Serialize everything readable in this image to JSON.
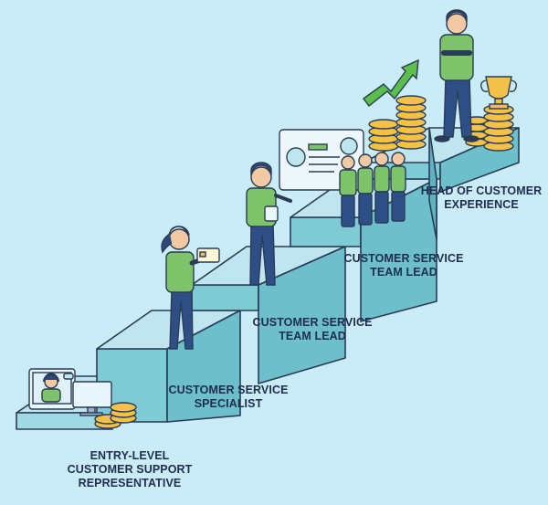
{
  "steps": [
    {
      "lines": [
        "ENTRY-LEVEL",
        "CUSTOMER SUPPORT",
        "REPRESENTATIVE"
      ]
    },
    {
      "lines": [
        "CUSTOMER SERVICE",
        "SPECIALIST"
      ]
    },
    {
      "lines": [
        "CUSTOMER SERVICE",
        "TEAM LEAD"
      ]
    },
    {
      "lines": [
        "CUSTOMER SERVICE",
        "TEAM LEAD"
      ]
    },
    {
      "lines": [
        "HEAD OF CUSTOMER",
        "EXPERIENCE"
      ]
    }
  ],
  "colors": {
    "background": "#c9ecf6",
    "step_top": "#bfe6ee",
    "step_riser": "#7ecbd6",
    "step_shadow": "#5fb3c1",
    "outline": "#2a3b55",
    "shirt": "#7cc36a",
    "pants": "#2e4f86",
    "skin": "#f3c9a3",
    "hair": "#2b4a7a",
    "coin": "#f2c14a",
    "coin_edge": "#d39a22",
    "arrow": "#5bbf4e"
  },
  "icons": [
    "headset-icon",
    "monitor-icon",
    "coin-stack-icon",
    "tablet-icon",
    "dashboard-icon",
    "growth-arrow-icon",
    "trophy-icon"
  ]
}
